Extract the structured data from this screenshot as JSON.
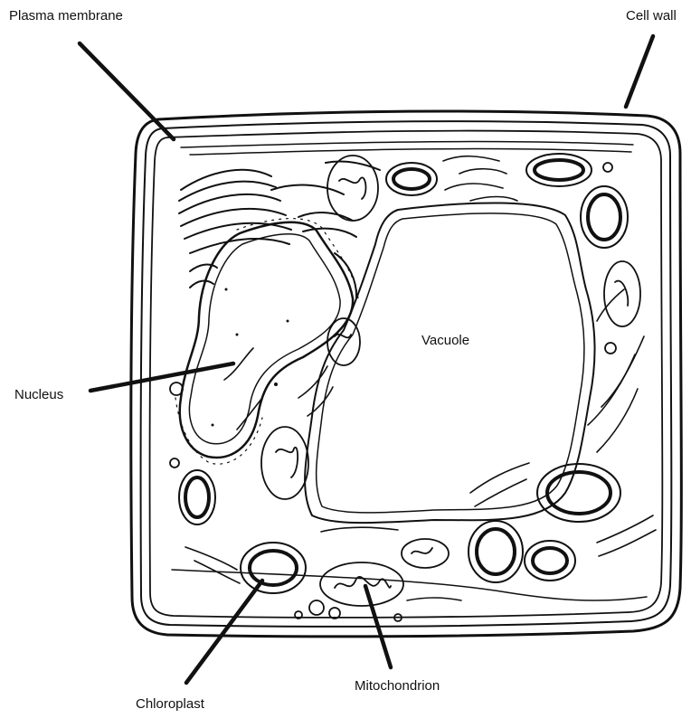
{
  "labels": {
    "plasma_membrane": "Plasma membrane",
    "cell_wall": "Cell wall",
    "nucleus": "Nucleus",
    "vacuole": "Vacuole",
    "chloroplast": "Chloroplast",
    "mitochondrion": "Mitochondrion"
  },
  "colors": {
    "ink": "#111111",
    "background": "#ffffff"
  }
}
